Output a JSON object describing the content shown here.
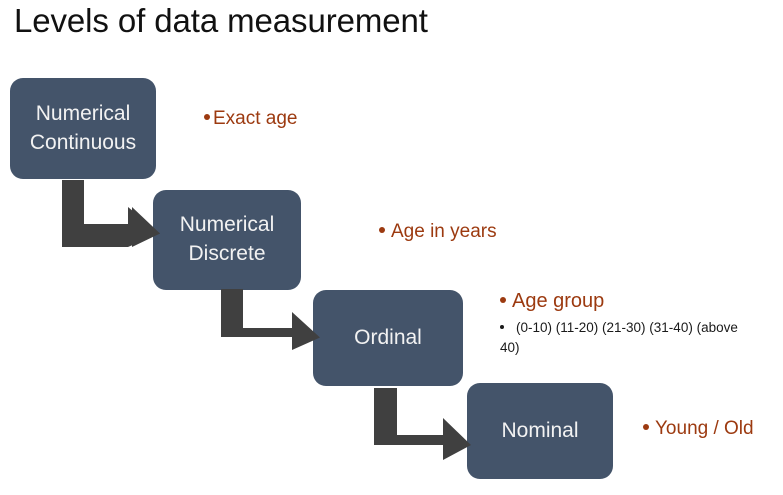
{
  "slide": {
    "title": "Levels of data measurement",
    "background_color": "#FFFFFF"
  },
  "theme": {
    "box_fill": "#44546A",
    "box_text": "#F2F2F2",
    "arrow_color": "#404040",
    "accent_rust": "#9C3A10",
    "subtext_color": "#1A1A1A"
  },
  "flow": {
    "nodes": [
      {
        "id": "numerical-continuous",
        "label": "Numerical\nContinuous"
      },
      {
        "id": "numerical-discrete",
        "label": "Numerical\nDiscrete"
      },
      {
        "id": "ordinal",
        "label": "Ordinal"
      },
      {
        "id": "nominal",
        "label": "Nominal"
      }
    ],
    "connectors": [
      {
        "id": "connector-1",
        "from": "numerical-continuous",
        "to": "numerical-discrete",
        "shape": "elbow-down-right"
      },
      {
        "id": "connector-2",
        "from": "numerical-discrete",
        "to": "ordinal",
        "shape": "elbow-down-right"
      },
      {
        "id": "connector-3",
        "from": "ordinal",
        "to": "nominal",
        "shape": "elbow-down-right"
      }
    ]
  },
  "annotations": [
    {
      "id": "exact-age",
      "text": "Exact age",
      "for": "numerical-continuous"
    },
    {
      "id": "age-years",
      "text": "Age in years",
      "for": "numerical-discrete"
    },
    {
      "id": "age-group",
      "text": "Age group",
      "for": "ordinal"
    },
    {
      "id": "age-ranges",
      "text": "(0-10) (11-20) (21-30) (31-40) (above 40)",
      "for": "ordinal",
      "level": 2
    },
    {
      "id": "young-old",
      "text": "Young / Old",
      "for": "nominal"
    }
  ]
}
